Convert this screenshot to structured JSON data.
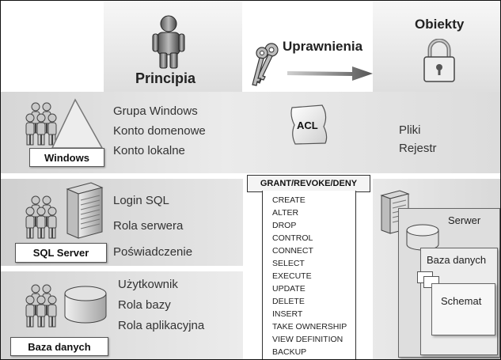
{
  "headers": {
    "principals": "Principia",
    "permissions": "Uprawnienia",
    "objects": "Obiekty"
  },
  "rows": {
    "windows": {
      "label": "Windows",
      "items": [
        "Grupa Windows",
        "Konto domenowe",
        "Konto lokalne"
      ]
    },
    "sqlserver": {
      "label": "SQL Server",
      "items": [
        "Login SQL",
        "Rola serwera",
        "Poświadczenie"
      ]
    },
    "database": {
      "label": "Baza danych",
      "items": [
        "Użytkownik",
        "Rola bazy",
        "Rola aplikacyjna"
      ]
    }
  },
  "acl": "ACL",
  "permissions_box": {
    "header": "GRANT/REVOKE/DENY",
    "items": [
      "CREATE",
      "ALTER",
      "DROP",
      "CONTROL",
      "CONNECT",
      "SELECT",
      "EXECUTE",
      "UPDATE",
      "DELETE",
      "INSERT",
      "TAKE OWNERSHIP",
      "VIEW DEFINITION",
      "BACKUP"
    ]
  },
  "objects": {
    "windows_items": [
      "Pliki",
      "Rejestr"
    ],
    "hierarchy": {
      "server": "Serwer",
      "database": "Baza danych",
      "schema": "Schemat"
    }
  },
  "icons": [
    "person-icon",
    "keys-icon",
    "arrow-icon",
    "padlock-icon",
    "user-group-icon",
    "triangle-icon",
    "server-icon",
    "database-icon",
    "acl-document-icon"
  ]
}
